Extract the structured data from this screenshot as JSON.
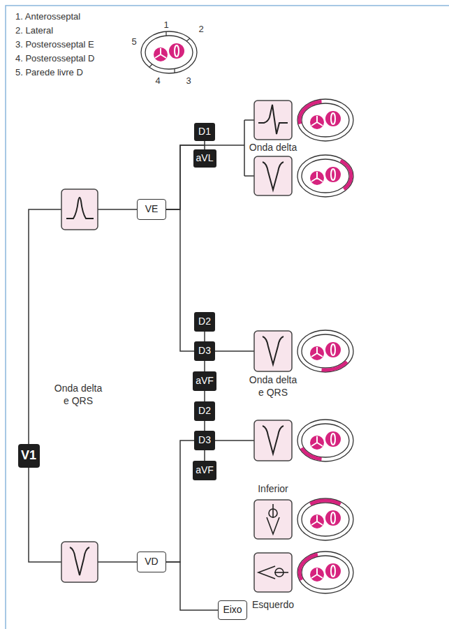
{
  "diagram": {
    "nodes": [
      {
        "text": [
          "V1"
        ]
      },
      {
        "text": [
          "VE"
        ]
      },
      {
        "text": [
          "D1"
        ]
      },
      {
        "text": [
          "aVL"
        ]
      },
      {
        "text": [
          "D2"
        ]
      },
      {
        "text": [
          "D3"
        ]
      },
      {
        "text": [
          "aVF"
        ]
      },
      {
        "text": [
          "D2"
        ]
      },
      {
        "text": [
          "D3"
        ]
      },
      {
        "text": [
          "aVF"
        ]
      },
      {
        "text": [
          "VD"
        ]
      },
      {
        "text": [
          "Eixo"
        ]
      }
    ],
    "edges": [
      {
        "from": 0,
        "to": 1,
        "arrow": "none"
      },
      {
        "from": 0,
        "to": 10,
        "arrow": "none"
      },
      {
        "from": 1,
        "to": 2,
        "arrow": "none"
      },
      {
        "from": 1,
        "to": 3,
        "arrow": "none"
      },
      {
        "from": 1,
        "to": 5,
        "arrow": "none"
      },
      {
        "from": 10,
        "to": 8,
        "arrow": "none"
      },
      {
        "from": 10,
        "to": 11,
        "arrow": "none"
      }
    ],
    "labels": [
      "1. Anterosseptal",
      "2. Lateral",
      "3. Posterosseptal E",
      "4. Posterosseptal D",
      "5. Parede livre D",
      "1",
      "2",
      "3",
      "4",
      "5",
      "Onda delta",
      "Onda delta e QRS",
      "Onda delta e QRS",
      "Inferior",
      "Esquerdo"
    ]
  }
}
